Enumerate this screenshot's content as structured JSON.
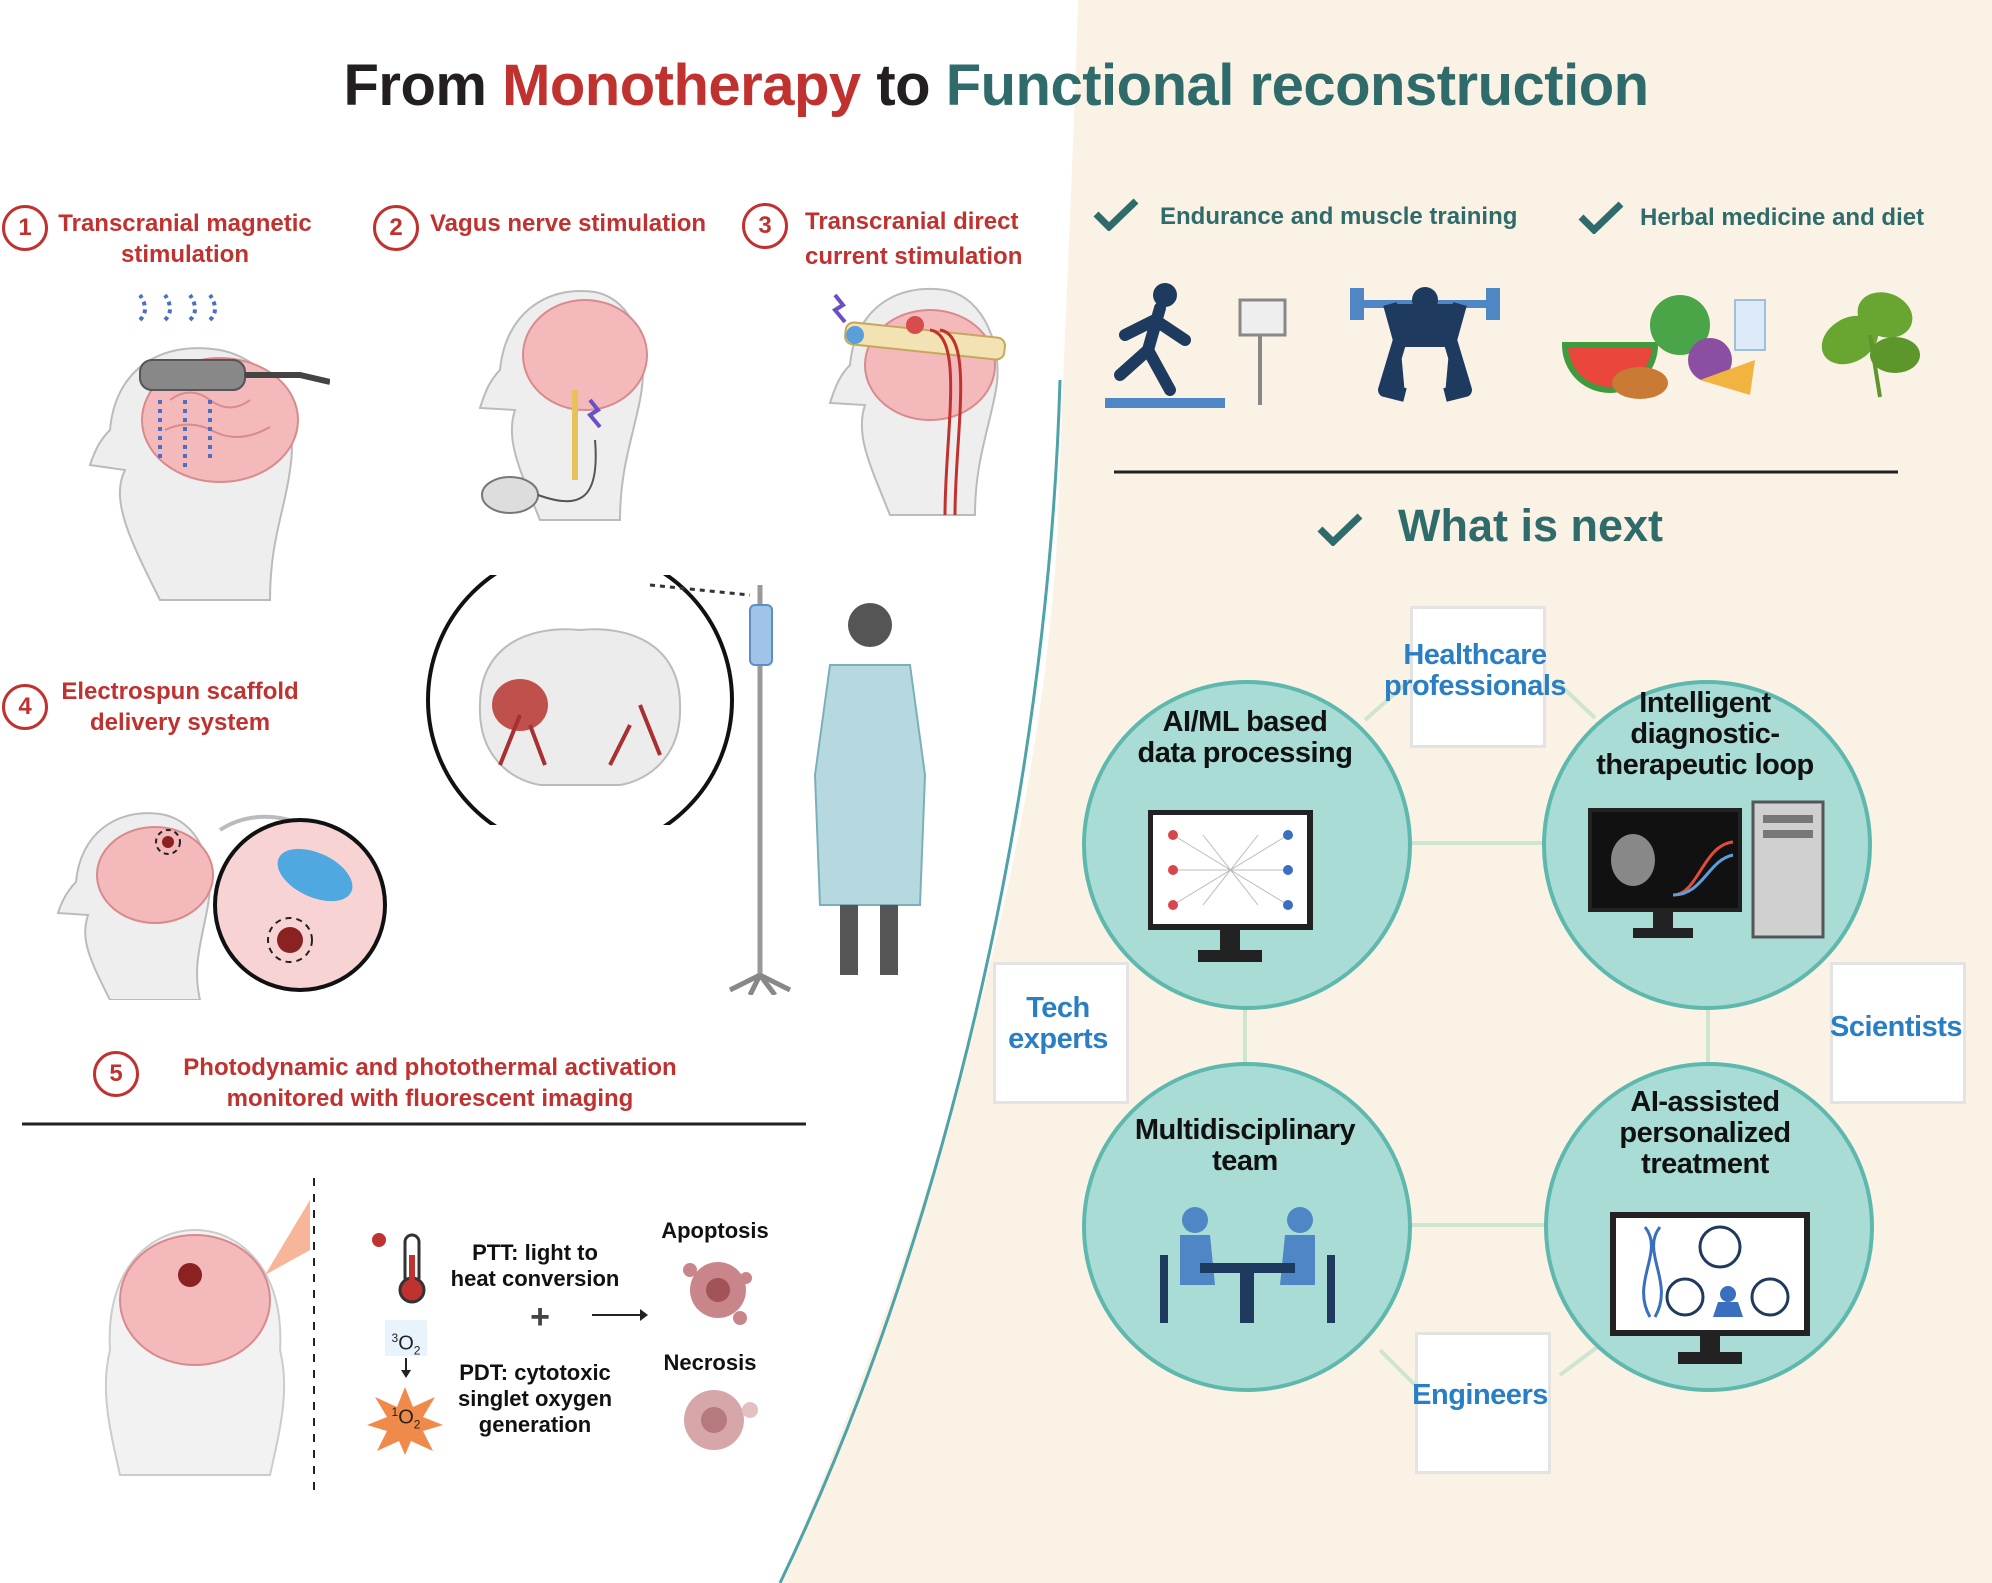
{
  "title": {
    "part1": "From",
    "part2": "Monotherapy",
    "part3": "to",
    "part4": "Functional reconstruction"
  },
  "therapies": [
    {
      "num": "1",
      "label_line1": "Transcranial magnetic",
      "label_line2": "stimulation"
    },
    {
      "num": "2",
      "label_line1": "Vagus nerve stimulation",
      "label_line2": ""
    },
    {
      "num": "3",
      "label_line1": "Transcranial direct",
      "label_line2": "current stimulation"
    },
    {
      "num": "4",
      "label_line1": "Electrospun scaffold",
      "label_line2": "delivery system"
    },
    {
      "num": "5",
      "label_line1": "Photodynamic and photothermal activation",
      "label_line2": "monitored with fluorescent imaging"
    }
  ],
  "ptt": {
    "line1": "PTT: light to",
    "line2": "heat conversion"
  },
  "pdt": {
    "line1": "PDT: cytotoxic",
    "line2": "singlet oxygen",
    "line3": "generation"
  },
  "oxygen": {
    "triplet_sup": "3",
    "singlet_sup": "1",
    "symbol": "O",
    "sub": "2"
  },
  "outcomes": {
    "apoptosis": "Apoptosis",
    "necrosis": "Necrosis",
    "plus": "+"
  },
  "lifestyle": {
    "endurance": "Endurance and muscle training",
    "herbal": "Herbal medicine and diet"
  },
  "next": {
    "title": "What is next"
  },
  "hubs": {
    "ai_line1": "AI/ML based",
    "ai_line2": "data processing",
    "loop_line1": "Intelligent",
    "loop_line2": "diagnostic-",
    "loop_line3": "therapeutic loop",
    "team_line1": "Multidisciplinary",
    "team_line2": "team",
    "treat_line1": "AI-assisted",
    "treat_line2": "personalized",
    "treat_line3": "treatment"
  },
  "roles": {
    "health_line1": "Healthcare",
    "health_line2": "professionals",
    "tech_line1": "Tech",
    "tech_line2": "experts",
    "sci": "Scientists",
    "eng": "Engineers"
  },
  "colors": {
    "red": "#c0322f",
    "teal": "#2e6b6a",
    "circle": "#a8dcd5",
    "circle_border": "#5fb8ad",
    "beige": "#fbf2e6",
    "blue_role": "#2a7fc4"
  }
}
